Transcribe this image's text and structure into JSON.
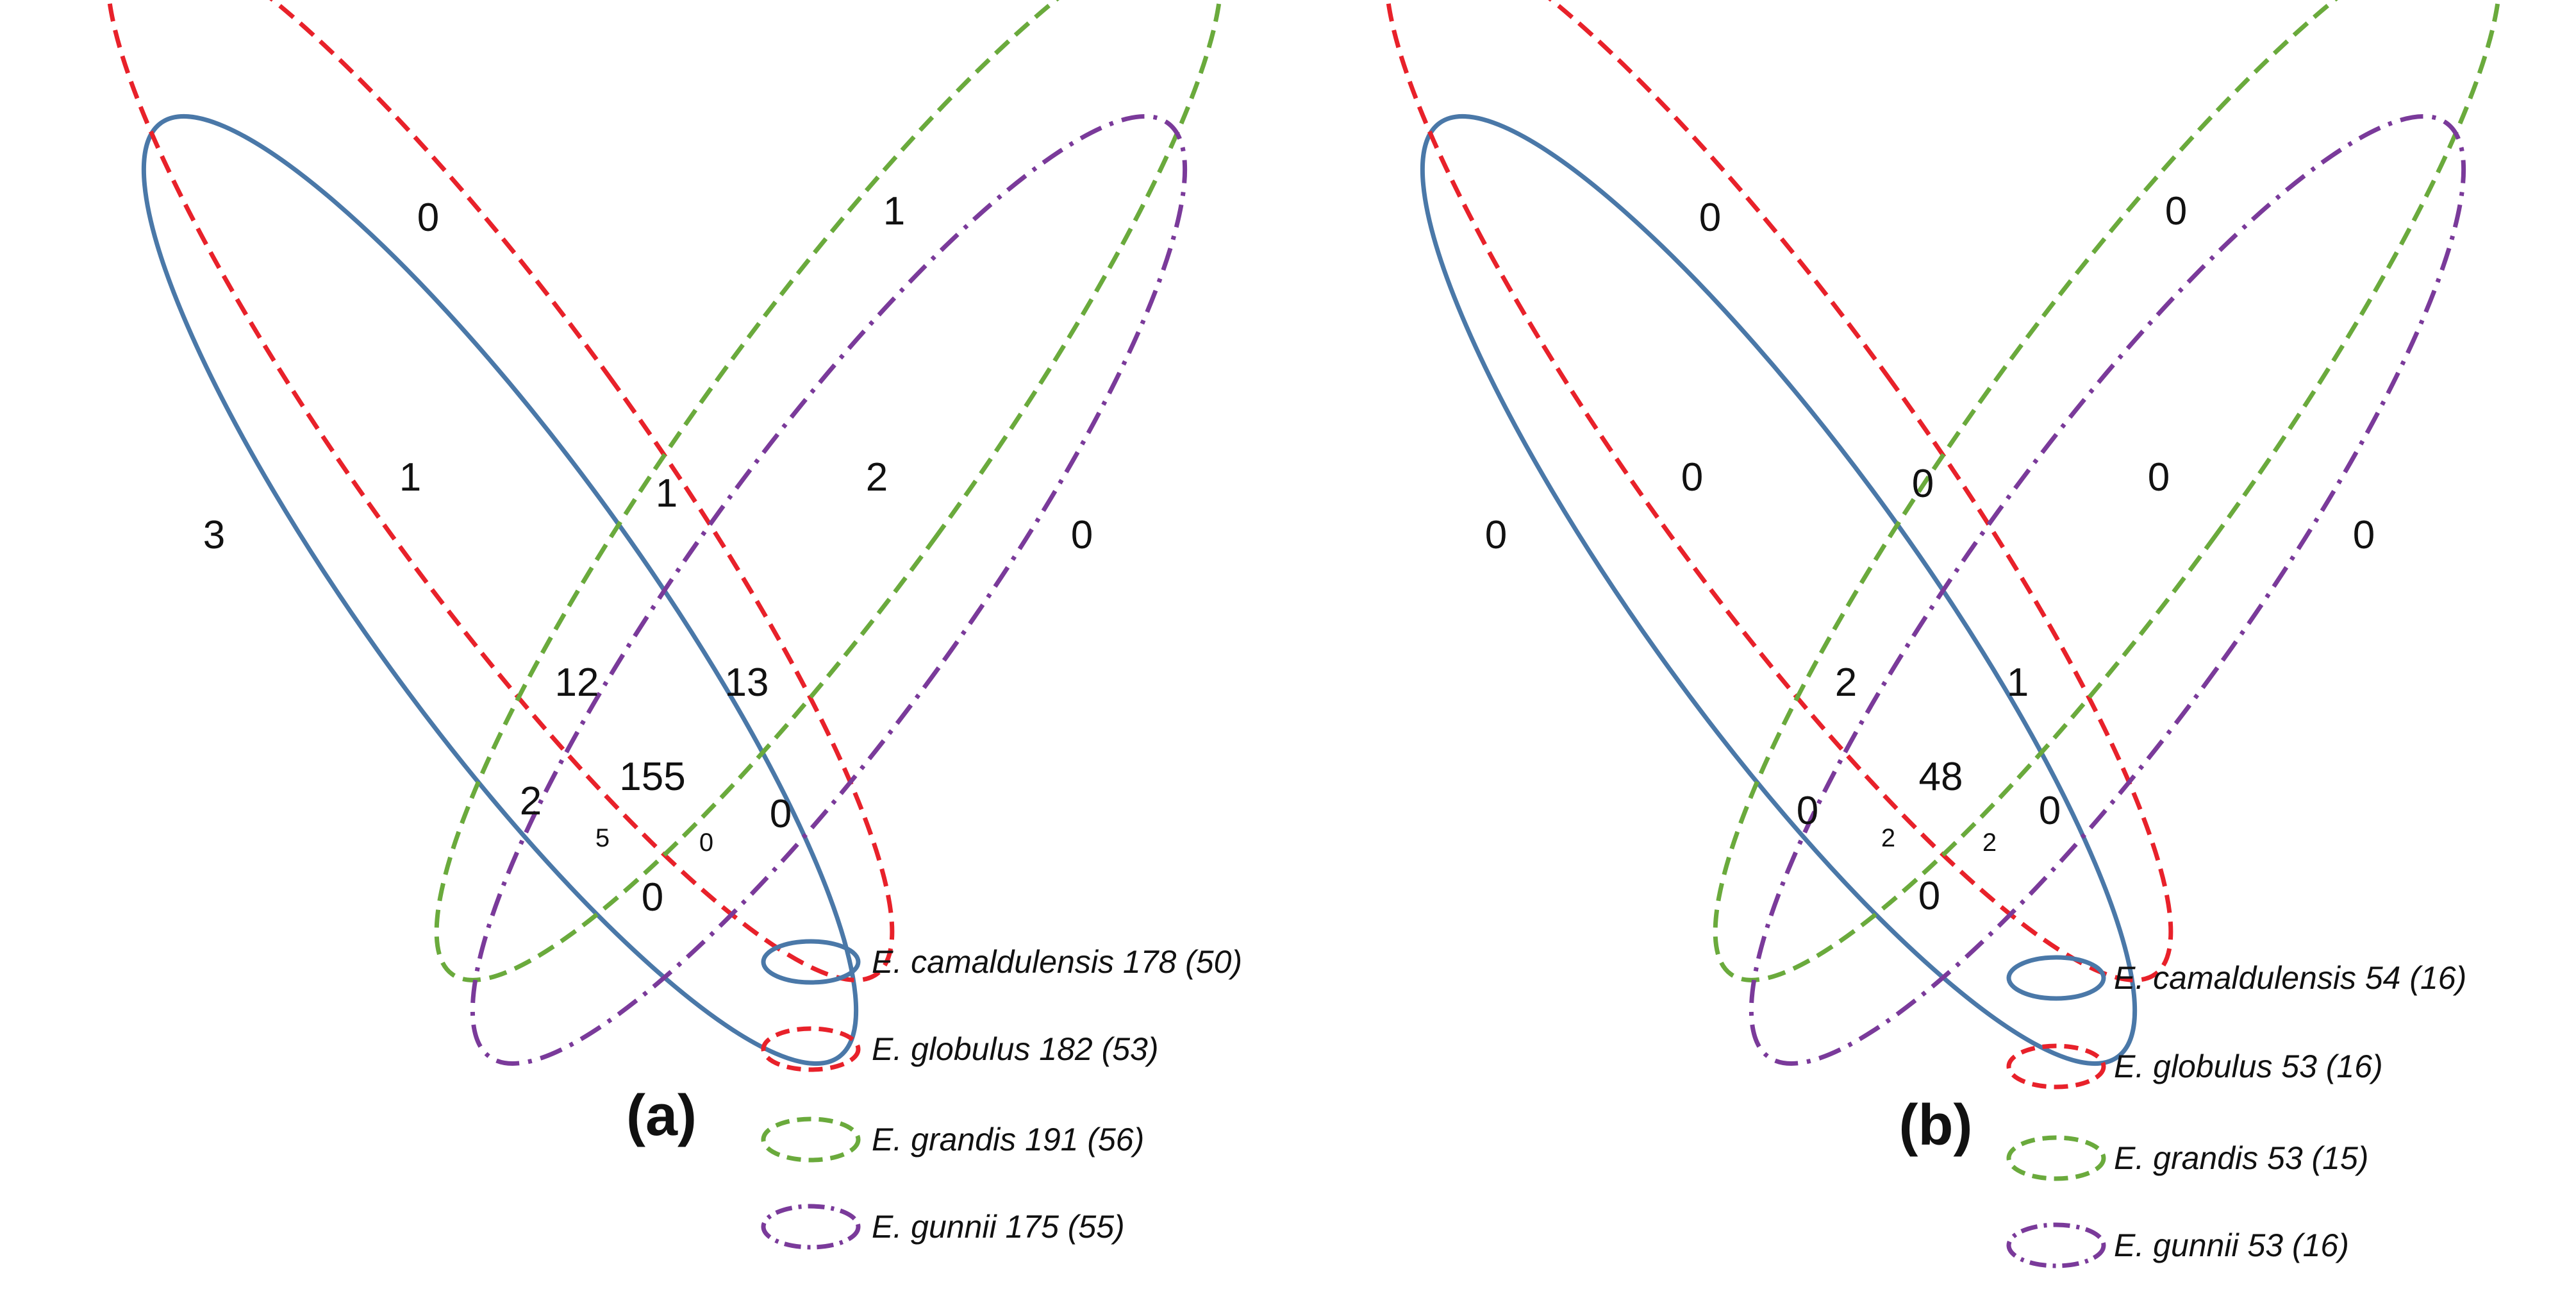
{
  "sets": [
    {
      "key": "camaldulensis",
      "color": "#4a78a8",
      "style": "solid"
    },
    {
      "key": "globulus",
      "color": "#e8212a",
      "style": "dashed"
    },
    {
      "key": "grandis",
      "color": "#6aaa3c",
      "style": "dashed"
    },
    {
      "key": "gunnii",
      "color": "#7a3a9a",
      "style": "dashdot"
    }
  ],
  "panels": [
    {
      "label": "(a)",
      "legend": [
        "E. camaldulensis  178 (50)",
        "E. globulus  182 (53)",
        "E. grandis  191 (56)",
        "E. gunnii  175 (55)"
      ],
      "regions": {
        "cam_only": "3",
        "glo_only": "0",
        "gra_only": "1",
        "gun_only": "0",
        "cam_glo": "1",
        "glo_gra": "1",
        "gra_gun": "2",
        "cam_glo_gra": "12",
        "glo_gra_gun": "13",
        "all": "155",
        "cam_gra": "2",
        "cam_gra_gun": "5",
        "cam_glo_gun": "0",
        "glo_gun": "0",
        "cam_gun": "0"
      }
    },
    {
      "label": "(b)",
      "legend": [
        "E. camaldulensis  54 (16)",
        "E. globulus  53 (16)",
        "E. grandis  53 (15)",
        "E. gunnii  53 (16)"
      ],
      "regions": {
        "cam_only": "0",
        "glo_only": "0",
        "gra_only": "0",
        "gun_only": "0",
        "cam_glo": "0",
        "glo_gra": "0",
        "gra_gun": "0",
        "cam_glo_gra": "2",
        "glo_gra_gun": "1",
        "all": "48",
        "cam_gra": "0",
        "cam_gra_gun": "2",
        "cam_glo_gun": "2",
        "glo_gun": "0",
        "cam_gun": "0"
      }
    }
  ]
}
